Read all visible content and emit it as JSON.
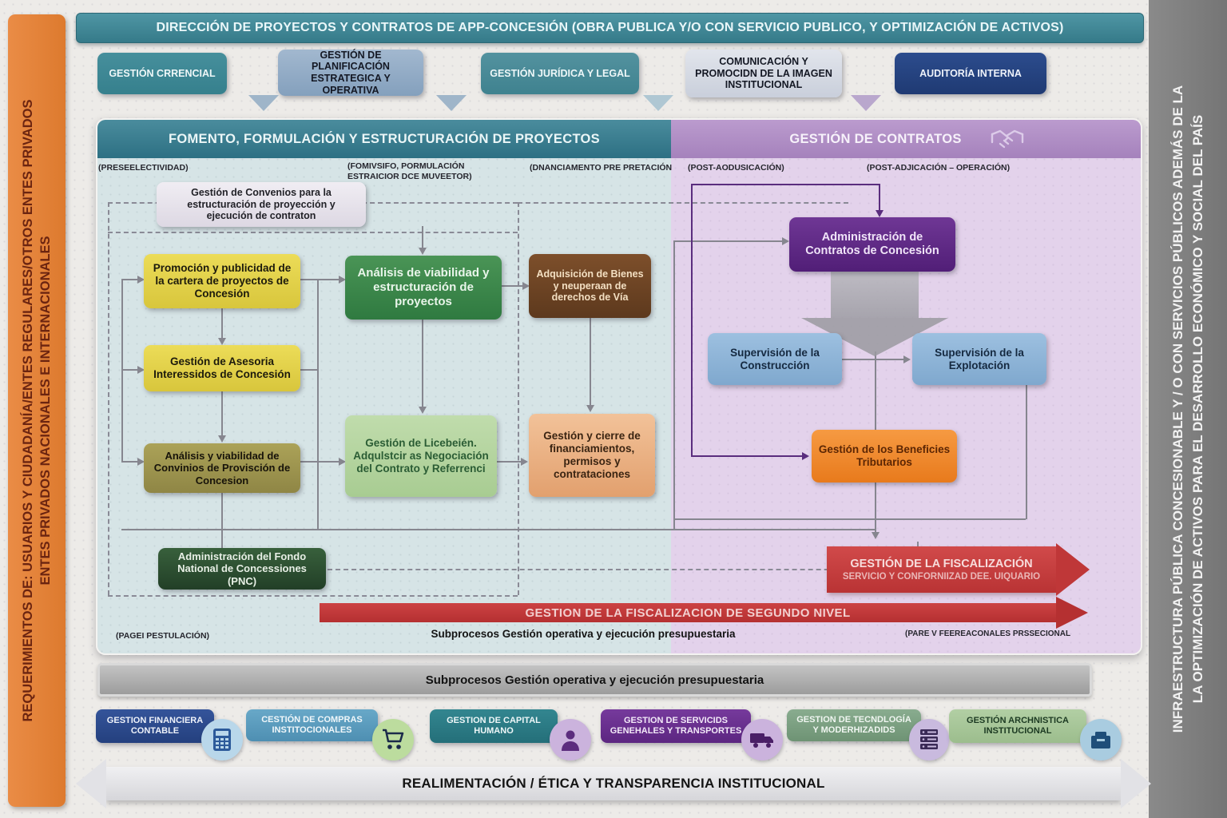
{
  "banner": {
    "text": "DIRECCIÓN DE PROYECTOS Y CONTRATOS DE APP-CONCESIÓN (OBRA PUBLICA Y/O CON SERVICIO PUBLICO, Y OPTIMIZACIÓN DE ACTIVOS)",
    "bg": "#3f8291"
  },
  "side_bars": {
    "left": {
      "line1": "REQUERIMIENTOS DE: USUARIOS Y CIUDADANÍA/ENTES REGULARES/OTROS ENTES PRIVADOS",
      "line2": "ENTES PRIVADOS NACIONALES E INTERNACIONALES",
      "bg": "#e0813b"
    },
    "right": {
      "line1": "INFRAESTRUCTURA PÚBLICA CONCESIONABLE Y / O CON SERVICIOS PÚBLICOS ADEMÁS DE LA",
      "line2": "LA OPTIMIZACIÓN DE ACTIVOS PARA EL DESARROLLO ECONÓMICO Y SOCIAL DEL PAÍS",
      "bg": "#7c7c7c"
    }
  },
  "top_row": [
    {
      "label": "GESTIÓN CRRENCIAL",
      "bg": "#3e8894"
    },
    {
      "label": "GESTIÓN DE PLANIFICACIÓN ESTRATEGICA Y OPERATIVA",
      "bg": "#93abc5"
    },
    {
      "label": "GESTIÓN JURÍDICA Y LEGAL",
      "bg": "#4a8c9a"
    },
    {
      "label": "COMUNICACIÓN Y PROMOCIDN DE LA IMAGEN INSTITUCIONAL",
      "bg": "#d9dde6"
    },
    {
      "label": "AUDITORÍA INTERNA",
      "bg": "#24417e"
    }
  ],
  "sections": {
    "left": {
      "title": "FOMENTO, FORMULACIÓN Y ESTRUCTURACIÓN DE PROYECTOS",
      "header_bg": "#33798b",
      "body_bg": "#d6e4e6",
      "col1": "(PRESEELECTIVIDAD)",
      "col2a": "(FOMIVSIFO, PORMULACIÓN",
      "col2b": "ESTRAICIOR DCE MUVEETOR)",
      "col3": "(DNANCIAMENTO PRE PRETACIÓN"
    },
    "right": {
      "title": "GESTIÓN DE CONTRATOS",
      "header_bg": "#b28fc7",
      "body_bg": "#e3d2eb",
      "col4": "(POST-AODUSICACIÓN)",
      "col5": "(POST-ADJICACIÓN – OPERACIÓN)"
    }
  },
  "boxes": {
    "convenios": {
      "label": "Gestión de Convenios para la estructuración de proyección y ejecución de contraton"
    },
    "promocion": {
      "label": "Promoción y publicidad de la cartera de proyectos de Concesión"
    },
    "asesoria": {
      "label": "Gestión de Asesoria Interessidos de Concesión"
    },
    "convinios": {
      "label": "Análisis y viabilidad de Convinios de Provisción de Concesion"
    },
    "viabilidad": {
      "label": "Análisis de viabilidad y estructuración  de proyectos"
    },
    "licitacion": {
      "label": "Gestión de Licebeién. Adqulstcir as Negociación del Contrato y Referrenci"
    },
    "bienes": {
      "label": "Adquisición de Bienes y neuperaan de derechos de Vía"
    },
    "financiamientos": {
      "label": "Gestión y cierre de financiamientos, permisos y contrataciones"
    },
    "admin_contratos": {
      "label": "Administración de Contratos de Concesión"
    },
    "sup_construccion": {
      "label": "Supervisión de la Construcción"
    },
    "sup_explotacion": {
      "label": "Supervisión de la Explotación"
    },
    "beneficios": {
      "label": "Gestión de los Beneficies Tributarios"
    },
    "fondo": {
      "label": "Administración del Fondo National de Concessiones (PNC)"
    }
  },
  "fiscalizacion": {
    "line1": "GESTIÓN DE LA FISCALIZACIÓN",
    "line2": "SERVICIO Y CONFORNIIZAD DEE. UIQUARIO",
    "segundo_nivel": "GESTION DE LA FISCALIZACION DE SEGUNDO NIVEL",
    "color": "#c53b3c"
  },
  "footnotes": {
    "left": "(PAGEI PESTULACIÓN)",
    "center": "Subprocesos  Gestión operativa y ejecución presupuestaria",
    "right": "(PARE V FEEREACONALES PRSSECIONAL"
  },
  "subprocesos_bar": {
    "text": "Subprocesos Gestión operativa y ejecución presupuestaria"
  },
  "bottom_row": [
    {
      "label": "GESTION FINANCIERA CONTABLE",
      "bg": "#2c4a8c",
      "icon": "calculator-icon",
      "icon_bg": "#b9d7ea"
    },
    {
      "label": "CESTIÓN DE COMPRAS INSTITOCIONALES",
      "bg": "#5b9bbd",
      "icon": "cart-icon",
      "icon_bg": "#bcdc9e"
    },
    {
      "label": "GESTION DE CAPITAL HUMANO",
      "bg": "#2a7a85",
      "icon": "person-icon",
      "icon_bg": "#cbb3dd"
    },
    {
      "label": "GESTION DE SERVICIDS GENEHALES Y TRANSPORTES",
      "bg": "#6a2f8f",
      "icon": "truck-icon",
      "icon_bg": "#cbb3dd"
    },
    {
      "label": "GESTION DE TECNDLOGÍA Y MODERHIZADIDS",
      "bg": "#7da183",
      "icon": "server-icon",
      "icon_bg": "#c9bade"
    },
    {
      "label": "GESTIÓN ARCHNISTICA INSTITUCIONAL",
      "bg": "#a9c79b",
      "icon": "archive-icon",
      "icon_bg": "#a9cce0"
    }
  ],
  "realimentacion": {
    "text": "REALIMENTACIÓN / ÉTICA Y TRANSPARENCIA INSTITUCIONAL"
  }
}
